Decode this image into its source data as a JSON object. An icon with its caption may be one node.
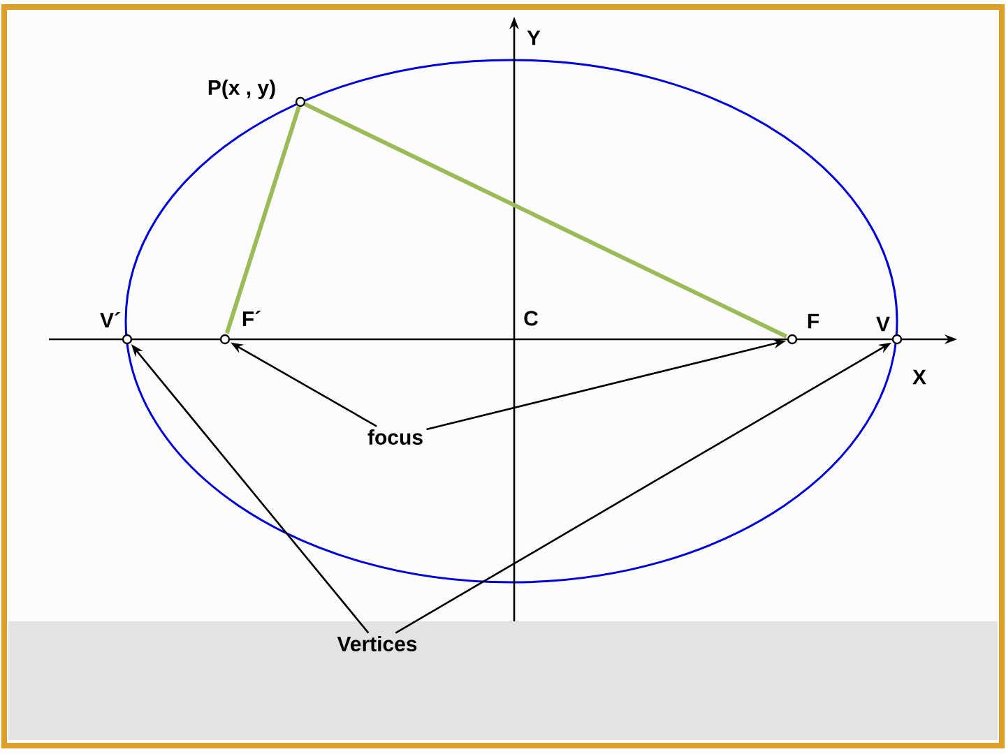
{
  "diagram": {
    "nodes": [
      {
        "text": [
          "focus"
        ]
      },
      {
        "text": [
          "Vertices"
        ]
      },
      {
        "text": [],
        "shape": "circle",
        "beside": [
          "V´"
        ]
      },
      {
        "text": [],
        "shape": "circle",
        "beside": [
          "F´"
        ]
      },
      {
        "text": [],
        "shape": "circle",
        "beside": [
          "F"
        ]
      },
      {
        "text": [],
        "shape": "circle",
        "beside": [
          "V"
        ]
      },
      {
        "text": [],
        "shape": "circle",
        "beside": [
          "P(x , y)"
        ]
      }
    ],
    "edges": [
      {
        "from": 0,
        "to": 3,
        "arrow": "to"
      },
      {
        "from": 0,
        "to": 4,
        "arrow": "to"
      },
      {
        "from": 1,
        "to": 2,
        "arrow": "to"
      },
      {
        "from": 1,
        "to": 5,
        "arrow": "to"
      },
      {
        "from": 6,
        "to": 3,
        "arrow": "none",
        "style": "thick",
        "color": "#9bbb59"
      },
      {
        "from": 6,
        "to": 4,
        "arrow": "none",
        "style": "thick",
        "color": "#9bbb59"
      }
    ],
    "labels": [
      "Y",
      "C",
      "X"
    ]
  }
}
